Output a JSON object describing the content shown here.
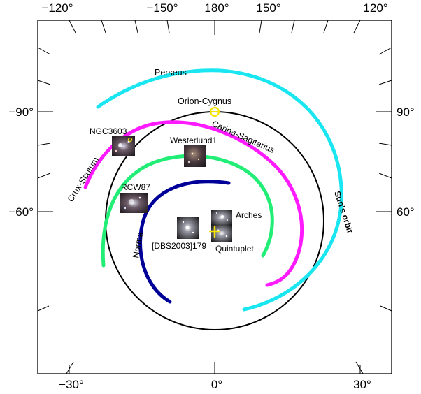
{
  "axes": {
    "top_ticks": [
      "−120°",
      "−150°",
      "180°",
      "150°",
      "120°"
    ],
    "left_ticks": [
      "−90°",
      "−60°"
    ],
    "right_ticks": [
      "90°",
      "60°"
    ],
    "bottom_ticks": [
      "−30°",
      "0°",
      "30°"
    ]
  },
  "arms": {
    "perseus": {
      "label": "Perseus",
      "color": "#19e6f0"
    },
    "orion_cygnus": {
      "label": "Orion-Cygnus",
      "color": "#f5e400"
    },
    "carina_sagittarius": {
      "label": "Carina-Sagitarius",
      "color": "#ff1aff"
    },
    "crux_scutum": {
      "label": "Crux-Scutum",
      "color": "#ff1aff"
    },
    "norma": {
      "label": "Norma",
      "color": "#000099"
    },
    "inner_green": {
      "color": "#22ee77"
    }
  },
  "orbit": {
    "label": "Sun's orbit",
    "color": "#000000"
  },
  "clusters": {
    "ngc3603": "NGC3603",
    "westerlund1": "Westerlund1",
    "rcw87": "RCW87",
    "arches": "Arches",
    "dbs2003": "[DBS2003]179",
    "quintuplet": "Quintuplet"
  },
  "sun_marker_color": "#f5e400",
  "cluster_marker_color": "#f5e400"
}
